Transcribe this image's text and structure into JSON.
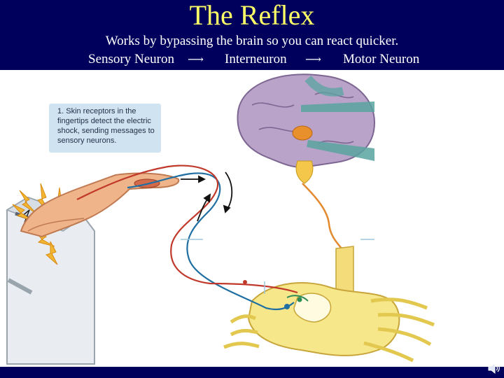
{
  "slide": {
    "title": "The Reflex",
    "subtitle": "Works by bypassing the brain so you can react quicker.",
    "flow": [
      "Sensory Neuron",
      "Interneuron",
      "Motor Neuron"
    ],
    "flow_arrow": "⟶"
  },
  "diagram": {
    "caption": "1. Skin receptors in the\nfingertips detect the electric\nshock, sending messages to\nsensory neurons."
  },
  "colors": {
    "header_bg": "#00005c",
    "title": "#ffff66",
    "sensory_neuron": "#1f6fa3",
    "motor_neuron": "#c0392b",
    "interneuron_tract": "#e38a2e",
    "spinal_cord": "#f6e78a",
    "brain": "#b9a3c8"
  },
  "icons": [
    "speaker-icon",
    "hand-icon",
    "toaster-icon",
    "brain-icon",
    "spinal-cord-icon"
  ]
}
